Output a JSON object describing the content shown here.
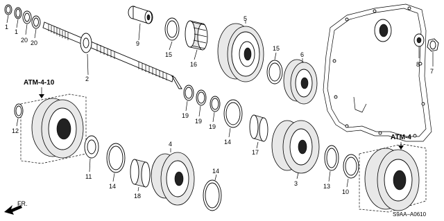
{
  "callouts": [
    {
      "id": "c1",
      "text": "1"
    },
    {
      "id": "c1b",
      "text": "1"
    },
    {
      "id": "c20",
      "text": "20"
    },
    {
      "id": "c20b",
      "text": "20"
    },
    {
      "id": "c2",
      "text": "2"
    },
    {
      "id": "c9",
      "text": "9"
    },
    {
      "id": "c15",
      "text": "15"
    },
    {
      "id": "c16",
      "text": "16"
    },
    {
      "id": "c5",
      "text": "5"
    },
    {
      "id": "c15b",
      "text": "15"
    },
    {
      "id": "c6",
      "text": "6"
    },
    {
      "id": "c8",
      "text": "8"
    },
    {
      "id": "c7",
      "text": "7"
    },
    {
      "id": "c12",
      "text": "12"
    },
    {
      "id": "c19",
      "text": "19"
    },
    {
      "id": "c19b",
      "text": "19"
    },
    {
      "id": "c19c",
      "text": "19"
    },
    {
      "id": "c14",
      "text": "14"
    },
    {
      "id": "c17",
      "text": "17"
    },
    {
      "id": "c3",
      "text": "3"
    },
    {
      "id": "c13",
      "text": "13"
    },
    {
      "id": "c10",
      "text": "10"
    },
    {
      "id": "c11",
      "text": "11"
    },
    {
      "id": "c14b",
      "text": "14"
    },
    {
      "id": "c18",
      "text": "18"
    },
    {
      "id": "c4",
      "text": "4"
    },
    {
      "id": "c14c",
      "text": "14"
    }
  ],
  "refs": {
    "atm410": "ATM-4-10",
    "atm4": "ATM-4"
  },
  "front_label": "FR.",
  "diagram_code": "S9AA–A0610"
}
